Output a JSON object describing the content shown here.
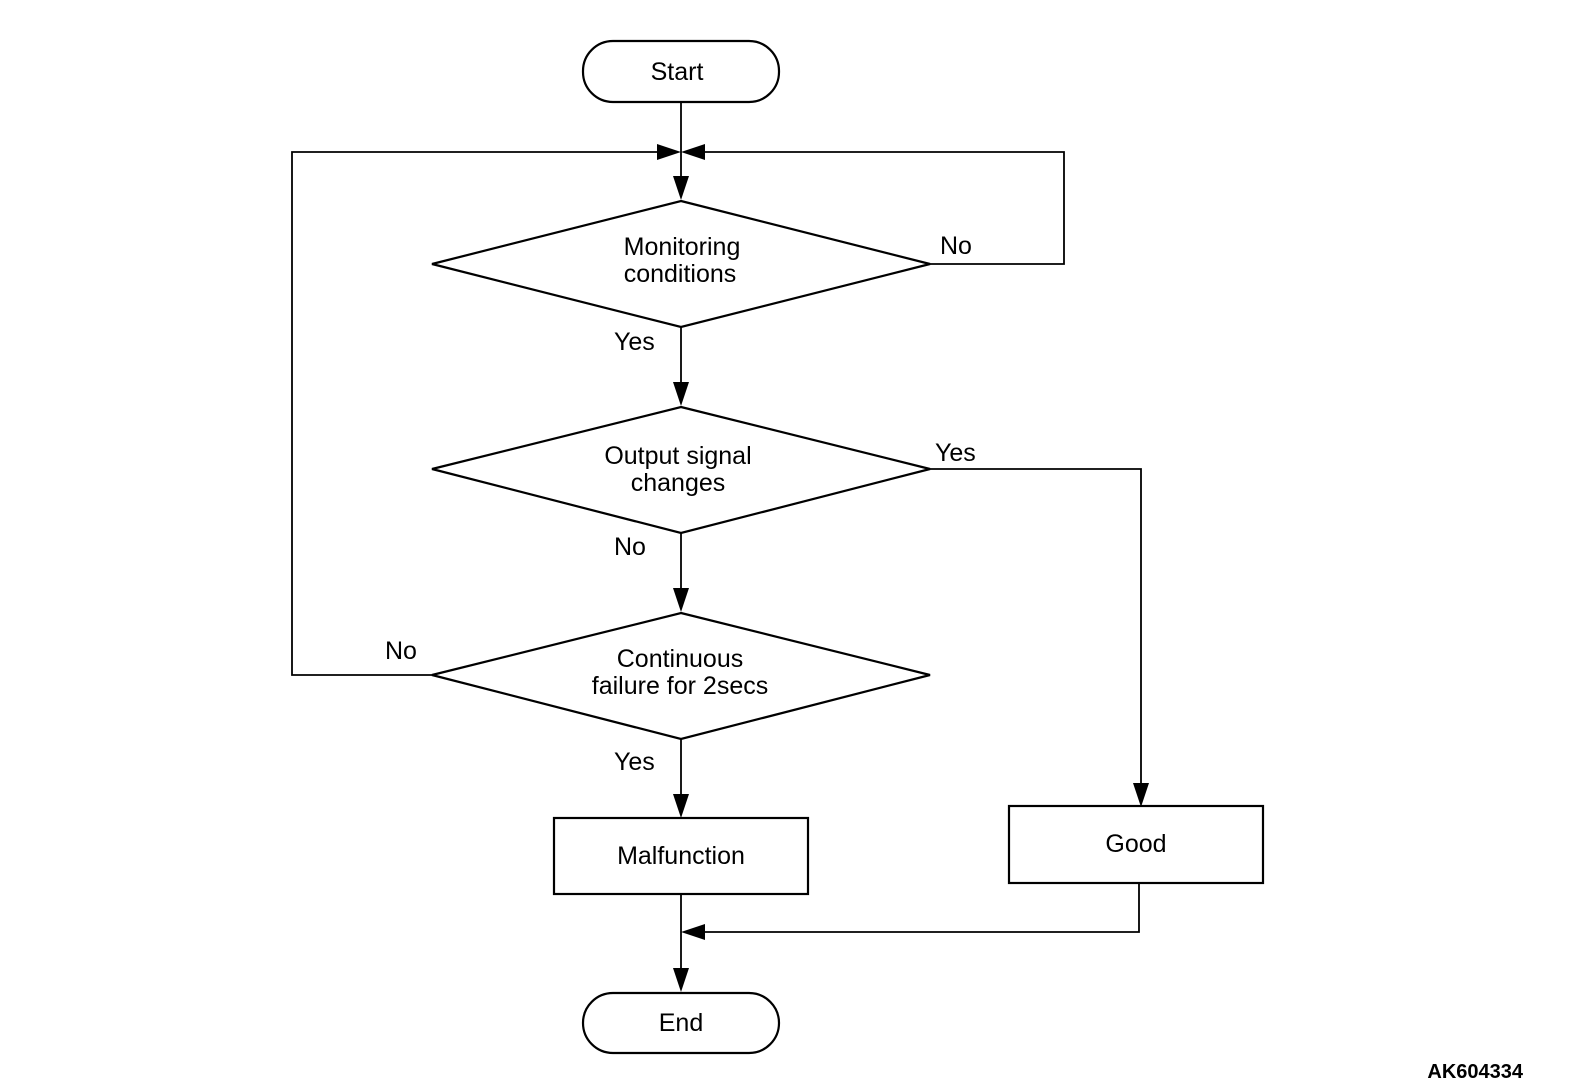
{
  "nodes": {
    "start": "Start",
    "monitoring_line1": "Monitoring",
    "monitoring_line2": "conditions",
    "output_line1": "Output signal",
    "output_line2": "changes",
    "continuous_line1": "Continuous",
    "continuous_line2": "failure for 2secs",
    "malfunction": "Malfunction",
    "good": "Good",
    "end": "End"
  },
  "edges": {
    "monitoring_no": "No",
    "monitoring_yes": "Yes",
    "output_yes": "Yes",
    "output_no": "No",
    "continuous_no": "No",
    "continuous_yes": "Yes"
  },
  "figure_code": "AK604334"
}
